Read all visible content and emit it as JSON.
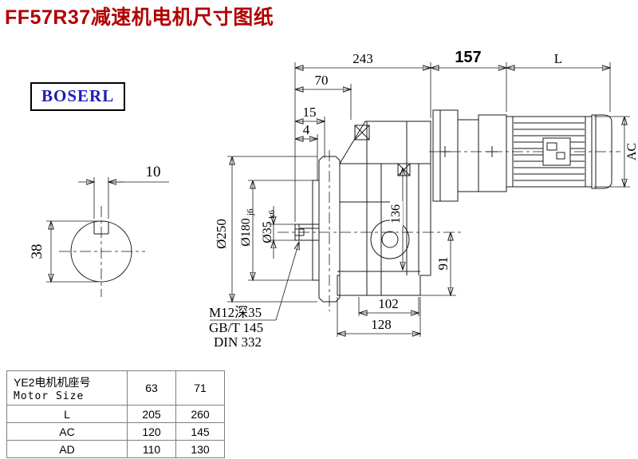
{
  "page": {
    "title": "FF57R37减速机电机尺寸图纸",
    "logo": "BOSERL"
  },
  "drawing": {
    "dims": {
      "d243": "243",
      "d157": "157",
      "dL": "L",
      "d70": "70",
      "d15": "15",
      "d4": "4",
      "d10": "10",
      "d38": "38",
      "dia250": "Ø250",
      "dia180_main": "Ø180",
      "dia180_tol": "j6",
      "dia35_main": "Ø35",
      "dia35_tol": "k6",
      "d136": "136",
      "d91": "91",
      "d102": "102",
      "d128": "128",
      "dAC": "AC"
    },
    "notes": {
      "thread": "M12深35",
      "standard1": "GB/T 145",
      "standard2": "DIN 332"
    }
  },
  "table": {
    "header_line1": "YE2电机机座号",
    "header_line2": "Motor Size",
    "sizes": [
      "63",
      "71"
    ],
    "rows": [
      {
        "label": "L",
        "v1": "205",
        "v2": "260"
      },
      {
        "label": "AC",
        "v1": "120",
        "v2": "145"
      },
      {
        "label": "AD",
        "v1": "110",
        "v2": "130"
      }
    ]
  }
}
